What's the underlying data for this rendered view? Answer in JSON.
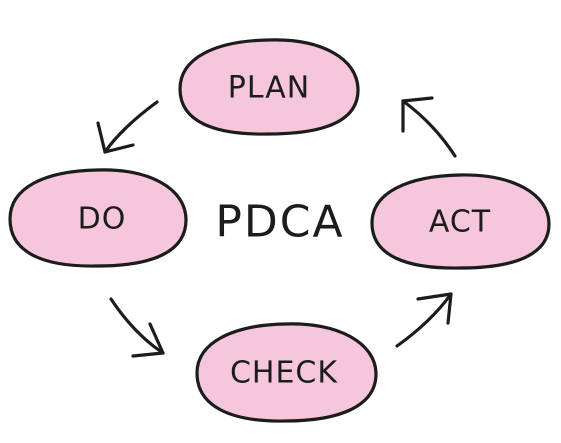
{
  "diagram": {
    "center_label": "PDCA",
    "nodes": [
      {
        "id": "plan",
        "label": "PLAN"
      },
      {
        "id": "do",
        "label": "DO"
      },
      {
        "id": "check",
        "label": "CHECK"
      },
      {
        "id": "act",
        "label": "ACT"
      }
    ],
    "arrows": [
      {
        "from": "plan",
        "to": "do"
      },
      {
        "from": "do",
        "to": "check"
      },
      {
        "from": "check",
        "to": "act"
      },
      {
        "from": "act",
        "to": "plan"
      }
    ]
  },
  "colors": {
    "node_fill": "#f5c6dc",
    "stroke": "#1c1c1c",
    "text": "#1c1c1c",
    "background": "#ffffff"
  }
}
